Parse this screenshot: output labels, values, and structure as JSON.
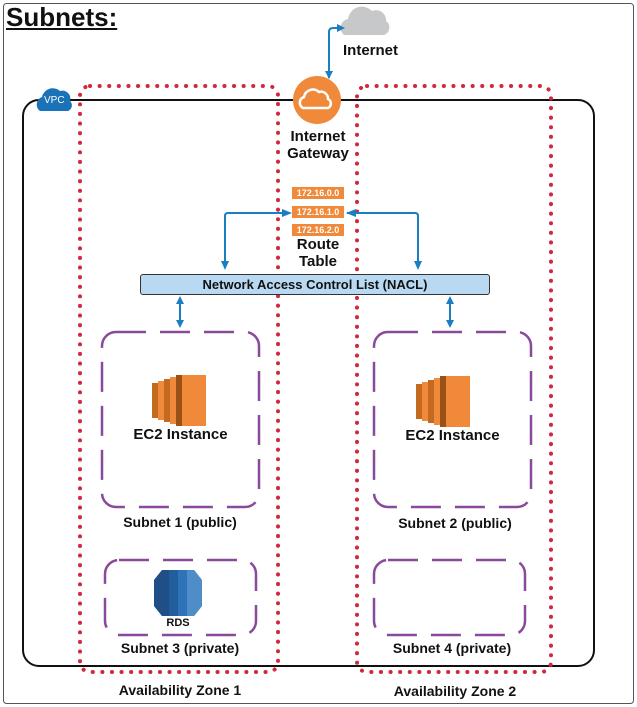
{
  "title": "Subnets:",
  "vpc": {
    "badge": "VPC",
    "color": "#1a73b8"
  },
  "internet": {
    "label": "Internet",
    "cloud_color": "#c6c8ca"
  },
  "internet_gateway": {
    "label_line1": "Internet",
    "label_line2": "Gateway",
    "color": "#f08a3a"
  },
  "route_table": {
    "label_line1": "Route",
    "label_line2": "Table",
    "routes": [
      "172.16.0.0",
      "172.16.1.0",
      "172.16.2.0"
    ],
    "color": "#f08a3a"
  },
  "nacl": {
    "label": "Network Access Control List (NACL)",
    "color": "#b9d9f2"
  },
  "availability_zones": [
    {
      "label": "Availability Zone 1"
    },
    {
      "label": "Availability Zone 2"
    }
  ],
  "subnets": [
    {
      "label": "Subnet 1 (public)",
      "resource": "EC2 Instance",
      "resource_icon": "ec2-icon"
    },
    {
      "label": "Subnet 2 (public)",
      "resource": "EC2 Instance",
      "resource_icon": "ec2-icon"
    },
    {
      "label": "Subnet 3 (private)",
      "resource": "RDS",
      "resource_icon": "rds-icon"
    },
    {
      "label": "Subnet 4 (private)",
      "resource": "",
      "resource_icon": ""
    }
  ],
  "colors": {
    "az_border": "#d0283c",
    "subnet_border": "#8a4a9a",
    "arrow": "#1a7fc1",
    "ec2": "#f08a3a",
    "rds": "#2e73b8"
  }
}
